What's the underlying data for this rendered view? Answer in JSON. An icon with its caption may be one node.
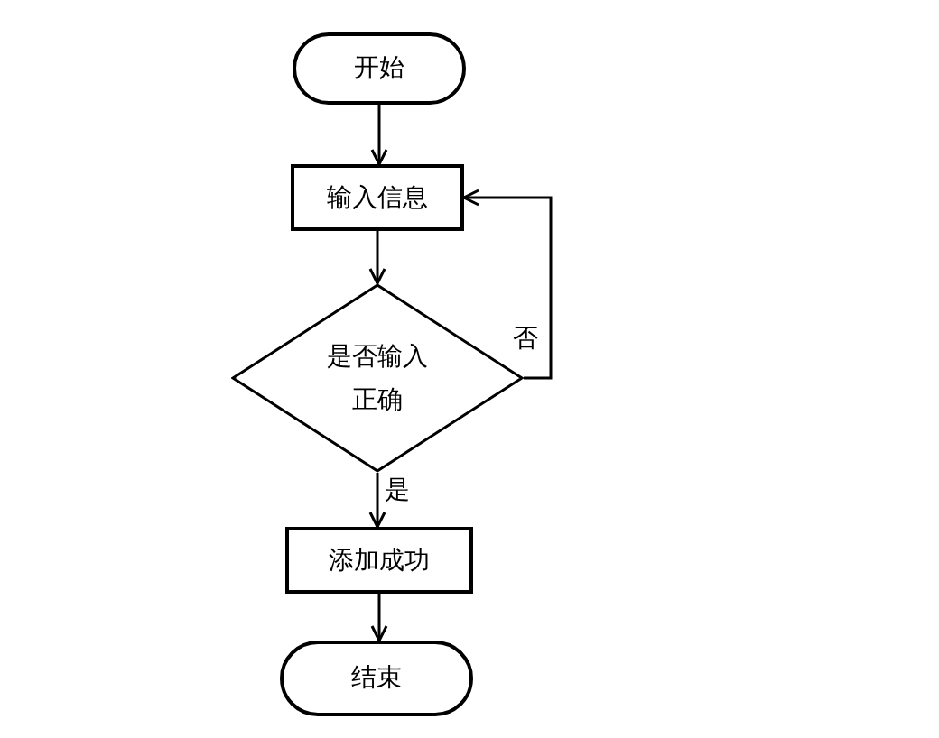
{
  "diagram": {
    "nodes": [
      {
        "text": [
          "开始"
        ]
      },
      {
        "text": [
          "输入信息"
        ]
      },
      {
        "text": [
          "是否输入正确"
        ]
      },
      {
        "text": [
          "添加成功"
        ]
      },
      {
        "text": [
          "结束"
        ]
      }
    ],
    "edges": [
      {
        "from": 0,
        "to": 1,
        "arrow": "to"
      },
      {
        "from": 1,
        "to": 2,
        "arrow": "to"
      },
      {
        "from": 2,
        "to": 3,
        "arrow": "to",
        "label": "是"
      },
      {
        "from": 2,
        "to": 1,
        "arrow": "to",
        "label": "否"
      },
      {
        "from": 3,
        "to": 4,
        "arrow": "to"
      }
    ]
  }
}
